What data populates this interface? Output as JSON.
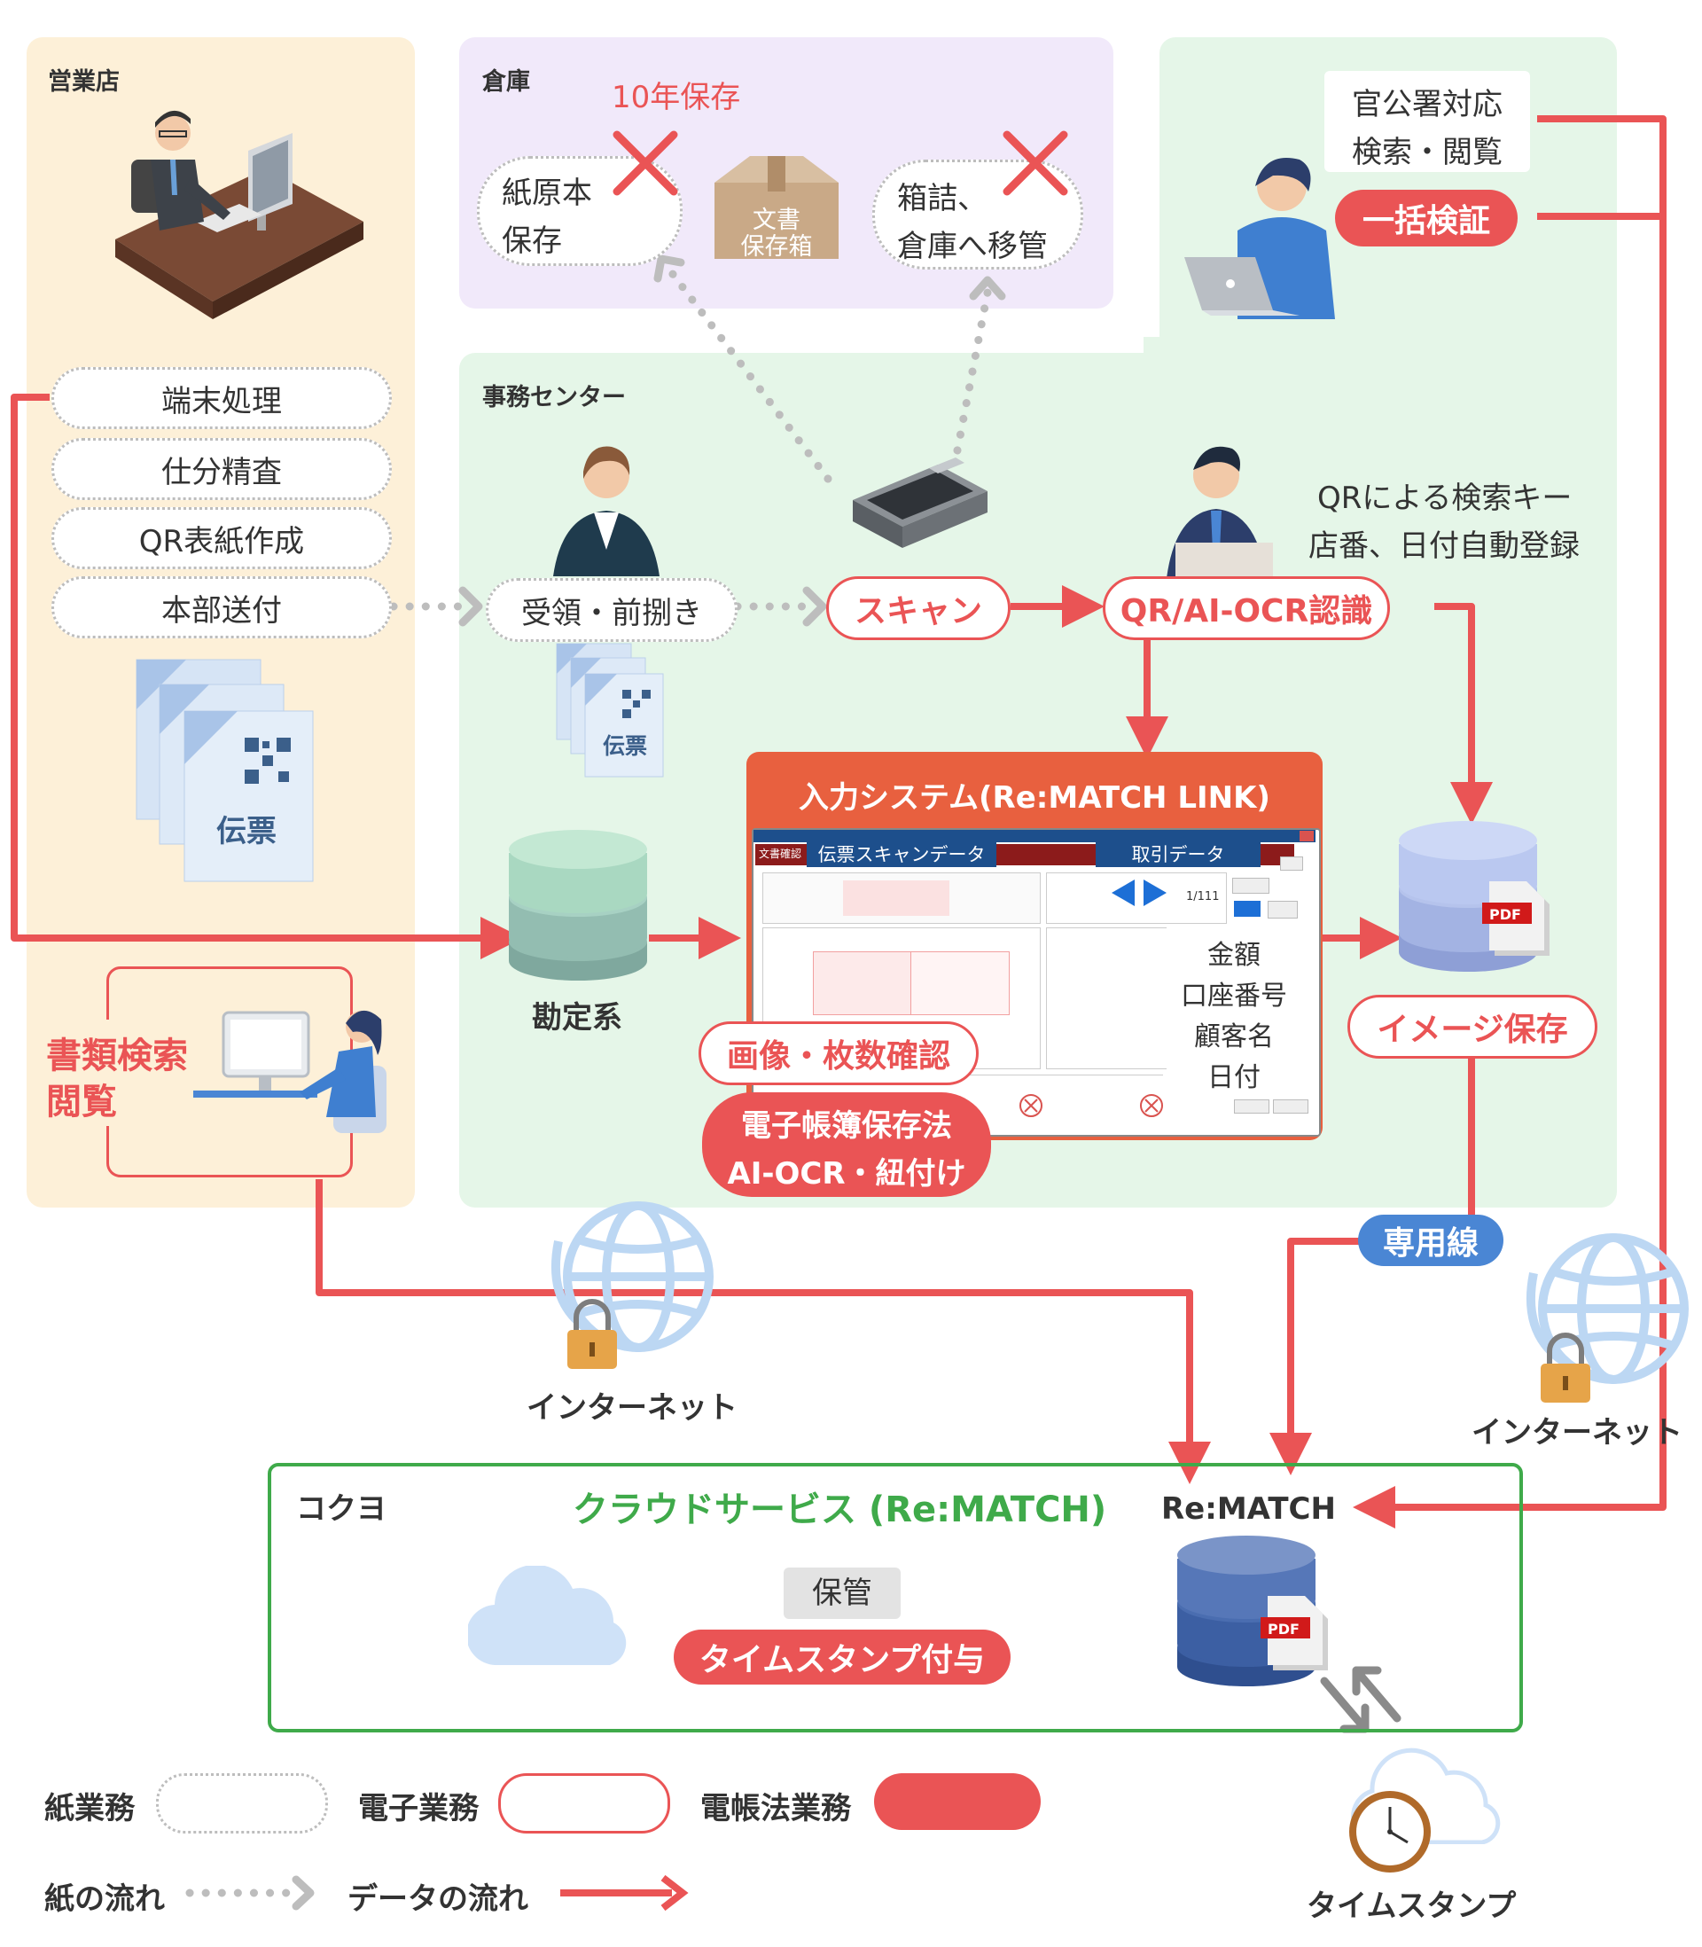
{
  "branch": {
    "label": "営業店",
    "steps": [
      "端末処理",
      "仕分精査",
      "QR表紙作成",
      "本部送付"
    ],
    "slip_label": "伝票",
    "search_label_1": "書類検索",
    "search_label_2": "閲覧"
  },
  "warehouse": {
    "label": "倉庫",
    "retention": "10年保存",
    "paper_storage_1": "紙原本",
    "paper_storage_2": "保存",
    "box_label_1": "文書",
    "box_label_2": "保存箱",
    "transfer_1": "箱詰、",
    "transfer_2": "倉庫へ移管"
  },
  "agency": {
    "search_1": "官公署対応",
    "search_2": "検索・閲覧",
    "verify": "一括検証"
  },
  "office": {
    "label": "事務センター",
    "receive": "受領・前捌き",
    "scan": "スキャン",
    "ocr": "QR/AI-OCR認識",
    "qr_note_1": "QRによる検索キー",
    "qr_note_2": "店番、日付自動登録",
    "slip_label": "伝票",
    "accounting": "勘定系",
    "image_save": "イメージ保存",
    "image_check": "画像・枚数確認",
    "law_1": "電子帳簿保存法",
    "law_2": "AI-OCR・紐付け",
    "pdf": "PDF"
  },
  "input_system": {
    "title": "入力システム(Re:MATCH LINK)",
    "tab1": "伝票スキャンデータ",
    "tab2": "取引データ",
    "corner_tab": "文書確認",
    "page_count": "1/111",
    "fields": [
      "金額",
      "口座番号",
      "顧客名",
      "日付"
    ]
  },
  "network": {
    "internet": "インターネット",
    "dedicated": "専用線"
  },
  "cloud": {
    "company": "コクヨ",
    "title": "クラウドサービス (Re:MATCH)",
    "remark": "Re:MATCH",
    "keep": "保管",
    "timestamp_add": "タイムスタンプ付与",
    "pdf": "PDF",
    "timestamp": "タイムスタンプ"
  },
  "legend": {
    "paper_work": "紙業務",
    "electronic_work": "電子業務",
    "law_work": "電帳法業務",
    "paper_flow": "紙の流れ",
    "data_flow": "データの流れ"
  },
  "colors": {
    "red": "#ea5455",
    "branch_bg": "#fdf0d8",
    "warehouse_bg": "#f1e9fa",
    "office_bg": "#e5f6e8",
    "cloud_border": "#3faa4a",
    "blue": "#4a86d4"
  }
}
